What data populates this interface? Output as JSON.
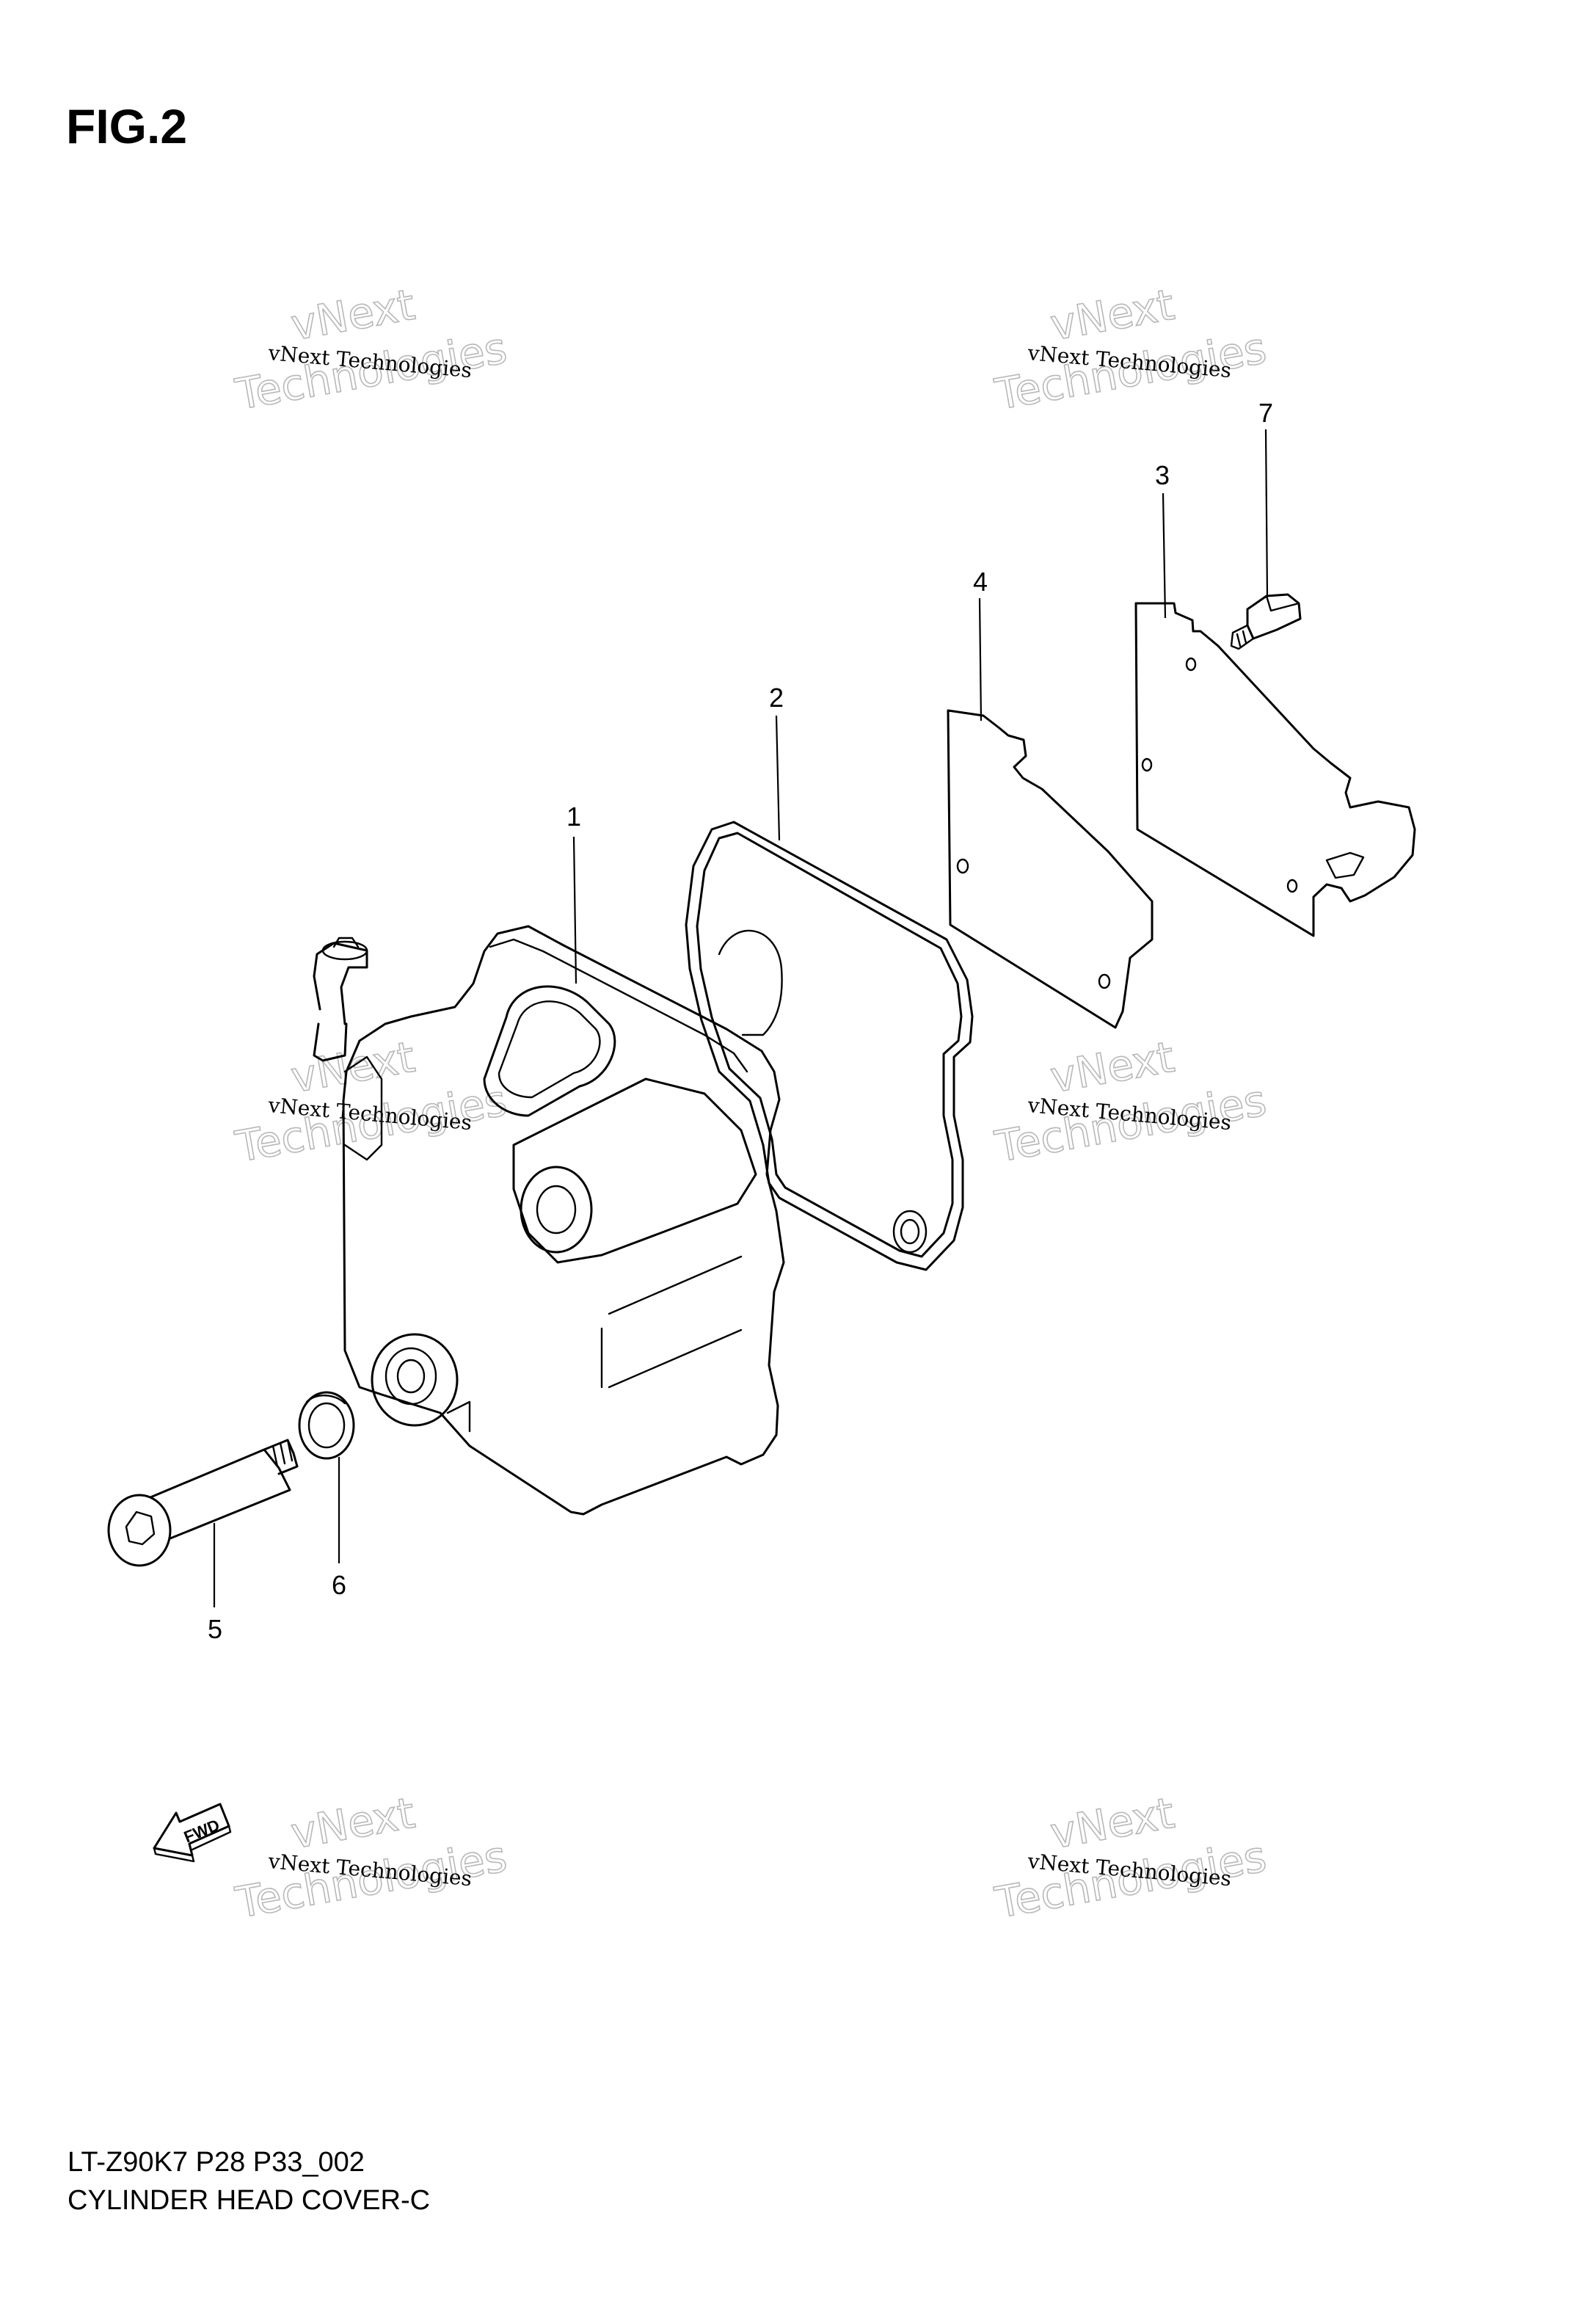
{
  "figure": {
    "title": "FIG.2",
    "footer_line1": "LT-Z90K7 P28 P33_002",
    "footer_line2": "CYLINDER HEAD COVER-C"
  },
  "callouts": [
    "1",
    "2",
    "3",
    "4",
    "5",
    "6",
    "7"
  ],
  "fwd_label": "FWD",
  "watermark": {
    "line_small": "vNext Technologies",
    "line_big_top": "vNext",
    "line_big_bottom": "Technologies"
  }
}
